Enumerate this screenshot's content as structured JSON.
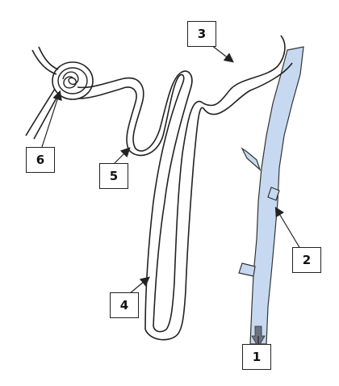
{
  "labels": {
    "l1": "1",
    "l2": "2",
    "l3": "3",
    "l4": "4",
    "l5": "5",
    "l6": "6"
  },
  "colors": {
    "collecting_duct_fill": "#c6d9f0",
    "outline": "#222222",
    "arrow_fill": "#6b7280"
  }
}
